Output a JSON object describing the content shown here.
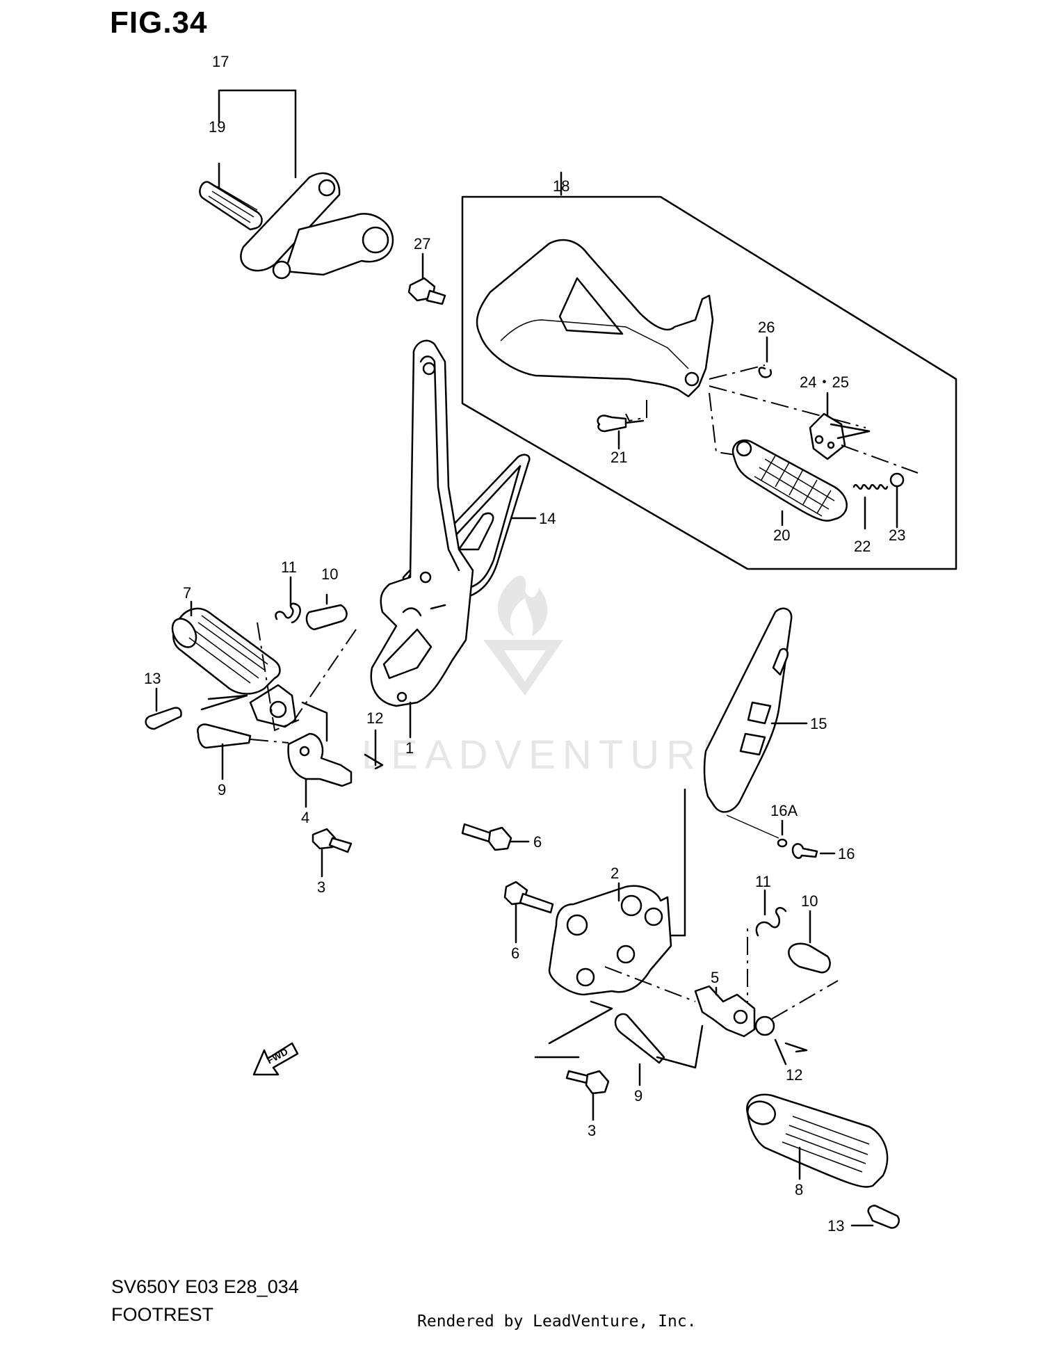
{
  "figure": {
    "title": "FIG.34"
  },
  "footer": {
    "model_code": "SV650Y E03 E28_034",
    "section": "FOOTREST",
    "credit": "Rendered by LeadVenture, Inc."
  },
  "watermark": {
    "text": "LEADVENTURE",
    "color": "#e6e6e6"
  },
  "callouts": [
    {
      "id": "17",
      "label": "17"
    },
    {
      "id": "19",
      "label": "19"
    },
    {
      "id": "27",
      "label": "27"
    },
    {
      "id": "18",
      "label": "18"
    },
    {
      "id": "26",
      "label": "26"
    },
    {
      "id": "24-25",
      "label": "24・25"
    },
    {
      "id": "21",
      "label": "21"
    },
    {
      "id": "20",
      "label": "20"
    },
    {
      "id": "22",
      "label": "22"
    },
    {
      "id": "23",
      "label": "23"
    },
    {
      "id": "14",
      "label": "14"
    },
    {
      "id": "11a",
      "label": "11"
    },
    {
      "id": "10a",
      "label": "10"
    },
    {
      "id": "7",
      "label": "7"
    },
    {
      "id": "13a",
      "label": "13"
    },
    {
      "id": "12a",
      "label": "12"
    },
    {
      "id": "9a",
      "label": "9"
    },
    {
      "id": "4",
      "label": "4"
    },
    {
      "id": "3a",
      "label": "3"
    },
    {
      "id": "6a",
      "label": "6"
    },
    {
      "id": "1",
      "label": "1"
    },
    {
      "id": "15",
      "label": "15"
    },
    {
      "id": "16A",
      "label": "16A"
    },
    {
      "id": "16",
      "label": "16"
    },
    {
      "id": "2",
      "label": "2"
    },
    {
      "id": "11b",
      "label": "11"
    },
    {
      "id": "10b",
      "label": "10"
    },
    {
      "id": "6b",
      "label": "6"
    },
    {
      "id": "5",
      "label": "5"
    },
    {
      "id": "12b",
      "label": "12"
    },
    {
      "id": "9b",
      "label": "9"
    },
    {
      "id": "3b",
      "label": "3"
    },
    {
      "id": "8",
      "label": "8"
    },
    {
      "id": "13b",
      "label": "13"
    }
  ],
  "direction_arrow": {
    "label": "FWD",
    "icon": "forward-arrow-icon"
  }
}
